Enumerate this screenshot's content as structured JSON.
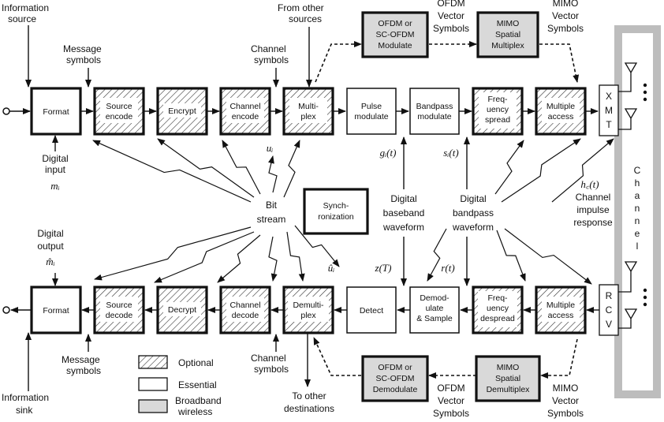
{
  "colors": {
    "optional_fill": "#ffffff",
    "essential_fill": "#ffffff",
    "broadband_fill": "#d9d9d9",
    "channel_bar": "#bdbdbd",
    "stroke": "#111111"
  },
  "top_chain": {
    "format": "Format",
    "source_encode": [
      "Source",
      "encode"
    ],
    "encrypt": "Encrypt",
    "channel_encode": [
      "Channel",
      "encode"
    ],
    "multiplex": [
      "Multi-",
      "plex"
    ],
    "pulse_modulate": [
      "Pulse",
      "modulate"
    ],
    "bandpass_modulate": [
      "Bandpass",
      "modulate"
    ],
    "frequency_spread": [
      "Freq-",
      "uency",
      "spread"
    ],
    "multiple_access": [
      "Multiple",
      "access"
    ],
    "ofdm_modulate": [
      "OFDM or",
      "SC-OFDM",
      "Modulate"
    ],
    "mimo_multiplex": [
      "MIMO",
      "Spatial",
      "Multiplex"
    ]
  },
  "bottom_chain": {
    "format": "Format",
    "source_decode": [
      "Source",
      "decode"
    ],
    "decrypt": "Decrypt",
    "channel_decode": [
      "Channel",
      "decode"
    ],
    "demultiplex": [
      "Demulti-",
      "plex"
    ],
    "detect": "Detect",
    "demodulate": [
      "Demod-",
      "ulate",
      "& Sample"
    ],
    "frequency_despread": [
      "Freq-",
      "uency",
      "despread"
    ],
    "multiple_access": [
      "Multiple",
      "access"
    ],
    "ofdm_demodulate": [
      "OFDM or",
      "SC-OFDM",
      "Demodulate"
    ],
    "mimo_demultiplex": [
      "MIMO",
      "Spatial",
      "Demultiplex"
    ]
  },
  "xmt": [
    "X",
    "M",
    "T"
  ],
  "rcv": [
    "R",
    "C",
    "V"
  ],
  "channel": [
    "C",
    "h",
    "a",
    "n",
    "n",
    "e",
    "l"
  ],
  "synchronization": [
    "Synch-",
    "ronization"
  ],
  "bit_stream": [
    "Bit",
    "stream"
  ],
  "digital_baseband": [
    "Digital",
    "baseband",
    "waveform"
  ],
  "digital_bandpass": [
    "Digital",
    "bandpass",
    "waveform"
  ],
  "labels": {
    "information_source": [
      "Information",
      "source"
    ],
    "message_symbols_top": [
      "Message",
      "symbols"
    ],
    "channel_symbols_top": [
      "Channel",
      "symbols"
    ],
    "from_other_sources": [
      "From other",
      "sources"
    ],
    "ofdm_vector_symbols_top": [
      "OFDM",
      "Vector",
      "Symbols"
    ],
    "mimo_vector_symbols_top": [
      "MIMO",
      "Vector",
      "Symbols"
    ],
    "digital_input": [
      "Digital",
      "input"
    ],
    "digital_output": [
      "Digital",
      "output"
    ],
    "channel_impulse": [
      "Channel",
      "impulse",
      "response"
    ],
    "information_sink": [
      "Information",
      "sink"
    ],
    "message_symbols_bottom": [
      "Message",
      "symbols"
    ],
    "channel_symbols_bottom": [
      "Channel",
      "symbols"
    ],
    "to_other_destinations": [
      "To other",
      "destinations"
    ],
    "ofdm_vector_symbols_bottom": [
      "OFDM",
      "Vector",
      "Symbols"
    ],
    "mimo_vector_symbols_bottom": [
      "MIMO",
      "Vector",
      "Symbols"
    ]
  },
  "math": {
    "m_i": "mᵢ",
    "m_hat_i": "m̂ᵢ",
    "u_i": "uᵢ",
    "u_hat_i": "ûᵢ",
    "g_i_t": "gᵢ(t)",
    "s_i_t": "sᵢ(t)",
    "z_T": "z(T)",
    "r_t": "r(t)",
    "h_c_t": "h꜀(t)"
  },
  "legend": {
    "optional": "Optional",
    "essential": "Essential",
    "broadband": [
      "Broadband",
      "wireless"
    ]
  },
  "dots": "•\n•\n•"
}
